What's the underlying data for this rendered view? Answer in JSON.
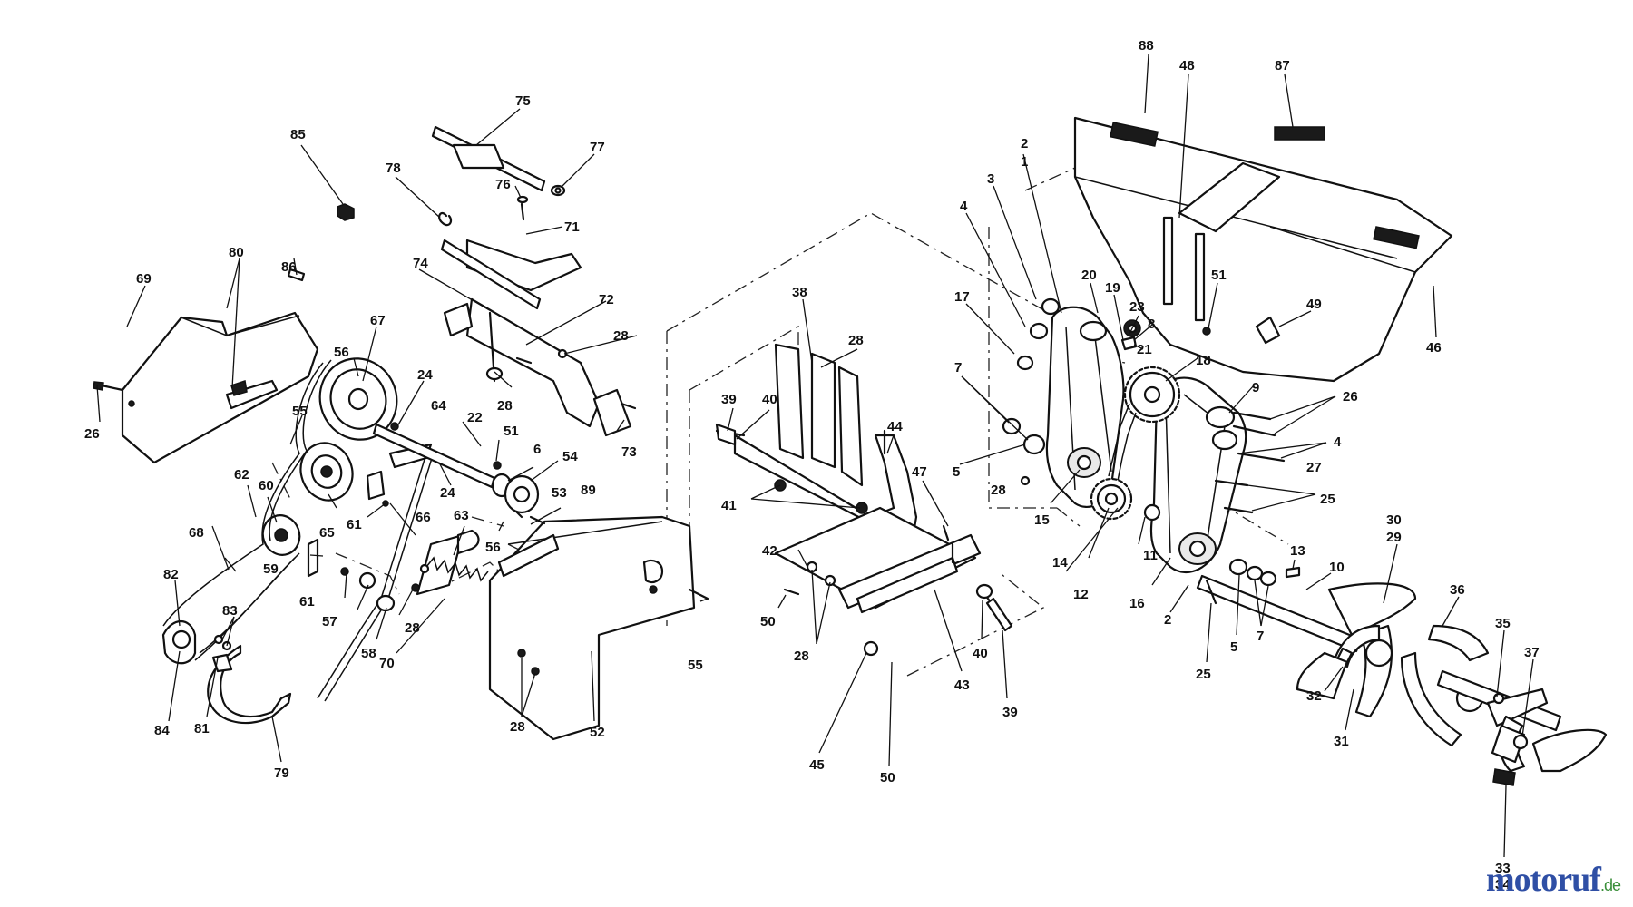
{
  "brand": {
    "watermark": "motoruf",
    "watermark_tld": ".de",
    "color_main": "#2f4fa5",
    "color_tld": "#3a8f3a"
  },
  "labels": [
    {
      "id": "l88",
      "text": "88"
    },
    {
      "id": "l48",
      "text": "48"
    },
    {
      "id": "l87",
      "text": "87"
    },
    {
      "id": "l75",
      "text": "75"
    },
    {
      "id": "l85",
      "text": "85"
    },
    {
      "id": "l78",
      "text": "78"
    },
    {
      "id": "l77",
      "text": "77"
    },
    {
      "id": "l76",
      "text": "76"
    },
    {
      "id": "l71",
      "text": "71"
    },
    {
      "id": "l86",
      "text": "86"
    },
    {
      "id": "l80",
      "text": "80"
    },
    {
      "id": "l69",
      "text": "69"
    },
    {
      "id": "l74",
      "text": "74"
    },
    {
      "id": "l72",
      "text": "72"
    },
    {
      "id": "l28a",
      "text": "28"
    },
    {
      "id": "l67",
      "text": "67"
    },
    {
      "id": "l56a",
      "text": "56"
    },
    {
      "id": "l24a",
      "text": "24"
    },
    {
      "id": "l64",
      "text": "64"
    },
    {
      "id": "l22",
      "text": "22"
    },
    {
      "id": "l28b",
      "text": "28"
    },
    {
      "id": "l73",
      "text": "73"
    },
    {
      "id": "l26a",
      "text": "26"
    },
    {
      "id": "l55a",
      "text": "55"
    },
    {
      "id": "l51a",
      "text": "51"
    },
    {
      "id": "l6",
      "text": "6"
    },
    {
      "id": "l54",
      "text": "54"
    },
    {
      "id": "l24b",
      "text": "24"
    },
    {
      "id": "l62",
      "text": "62"
    },
    {
      "id": "l60",
      "text": "60"
    },
    {
      "id": "l65",
      "text": "65"
    },
    {
      "id": "l61a",
      "text": "61"
    },
    {
      "id": "l66",
      "text": "66"
    },
    {
      "id": "l53",
      "text": "53"
    },
    {
      "id": "l89",
      "text": "89"
    },
    {
      "id": "l63",
      "text": "63"
    },
    {
      "id": "l68",
      "text": "68"
    },
    {
      "id": "l56b",
      "text": "56"
    },
    {
      "id": "l59",
      "text": "59"
    },
    {
      "id": "l61b",
      "text": "61"
    },
    {
      "id": "l57",
      "text": "57"
    },
    {
      "id": "l82",
      "text": "82"
    },
    {
      "id": "l83",
      "text": "83"
    },
    {
      "id": "l28c",
      "text": "28"
    },
    {
      "id": "l58",
      "text": "58"
    },
    {
      "id": "l70",
      "text": "70"
    },
    {
      "id": "l84",
      "text": "84"
    },
    {
      "id": "l81",
      "text": "81"
    },
    {
      "id": "l79",
      "text": "79"
    },
    {
      "id": "l28d",
      "text": "28"
    },
    {
      "id": "l52",
      "text": "52"
    },
    {
      "id": "l55b",
      "text": "55"
    },
    {
      "id": "l38",
      "text": "38"
    },
    {
      "id": "l28e",
      "text": "28"
    },
    {
      "id": "l39a",
      "text": "39"
    },
    {
      "id": "l40a",
      "text": "40"
    },
    {
      "id": "l44",
      "text": "44"
    },
    {
      "id": "l41",
      "text": "41"
    },
    {
      "id": "l47",
      "text": "47"
    },
    {
      "id": "l42",
      "text": "42"
    },
    {
      "id": "l50a",
      "text": "50"
    },
    {
      "id": "l28f",
      "text": "28"
    },
    {
      "id": "l43",
      "text": "43"
    },
    {
      "id": "l40b",
      "text": "40"
    },
    {
      "id": "l39b",
      "text": "39"
    },
    {
      "id": "l45",
      "text": "45"
    },
    {
      "id": "l50b",
      "text": "50"
    },
    {
      "id": "l2a",
      "text": "2"
    },
    {
      "id": "l1",
      "text": "1"
    },
    {
      "id": "l3",
      "text": "3"
    },
    {
      "id": "l4a",
      "text": "4"
    },
    {
      "id": "l20",
      "text": "20"
    },
    {
      "id": "l19",
      "text": "19"
    },
    {
      "id": "l23",
      "text": "23"
    },
    {
      "id": "l17",
      "text": "17"
    },
    {
      "id": "l8",
      "text": "8"
    },
    {
      "id": "l21",
      "text": "21"
    },
    {
      "id": "l7a",
      "text": "7"
    },
    {
      "id": "l18",
      "text": "18"
    },
    {
      "id": "l9",
      "text": "9"
    },
    {
      "id": "l26b",
      "text": "26"
    },
    {
      "id": "l4b",
      "text": "4"
    },
    {
      "id": "l5a",
      "text": "5"
    },
    {
      "id": "l28g",
      "text": "28"
    },
    {
      "id": "l15",
      "text": "15"
    },
    {
      "id": "l27",
      "text": "27"
    },
    {
      "id": "l25a",
      "text": "25"
    },
    {
      "id": "l14",
      "text": "14"
    },
    {
      "id": "l12",
      "text": "12"
    },
    {
      "id": "l11",
      "text": "11"
    },
    {
      "id": "l16",
      "text": "16"
    },
    {
      "id": "l2b",
      "text": "2"
    },
    {
      "id": "l13",
      "text": "13"
    },
    {
      "id": "l10",
      "text": "10"
    },
    {
      "id": "l25b",
      "text": "25"
    },
    {
      "id": "l5b",
      "text": "5"
    },
    {
      "id": "l7b",
      "text": "7"
    },
    {
      "id": "l51b",
      "text": "51"
    },
    {
      "id": "l49",
      "text": "49"
    },
    {
      "id": "l46",
      "text": "46"
    },
    {
      "id": "l30",
      "text": "30"
    },
    {
      "id": "l29",
      "text": "29"
    },
    {
      "id": "l36",
      "text": "36"
    },
    {
      "id": "l35",
      "text": "35"
    },
    {
      "id": "l37",
      "text": "37"
    },
    {
      "id": "l32",
      "text": "32"
    },
    {
      "id": "l31",
      "text": "31"
    },
    {
      "id": "l33",
      "text": "33"
    },
    {
      "id": "l34",
      "text": "34"
    }
  ]
}
